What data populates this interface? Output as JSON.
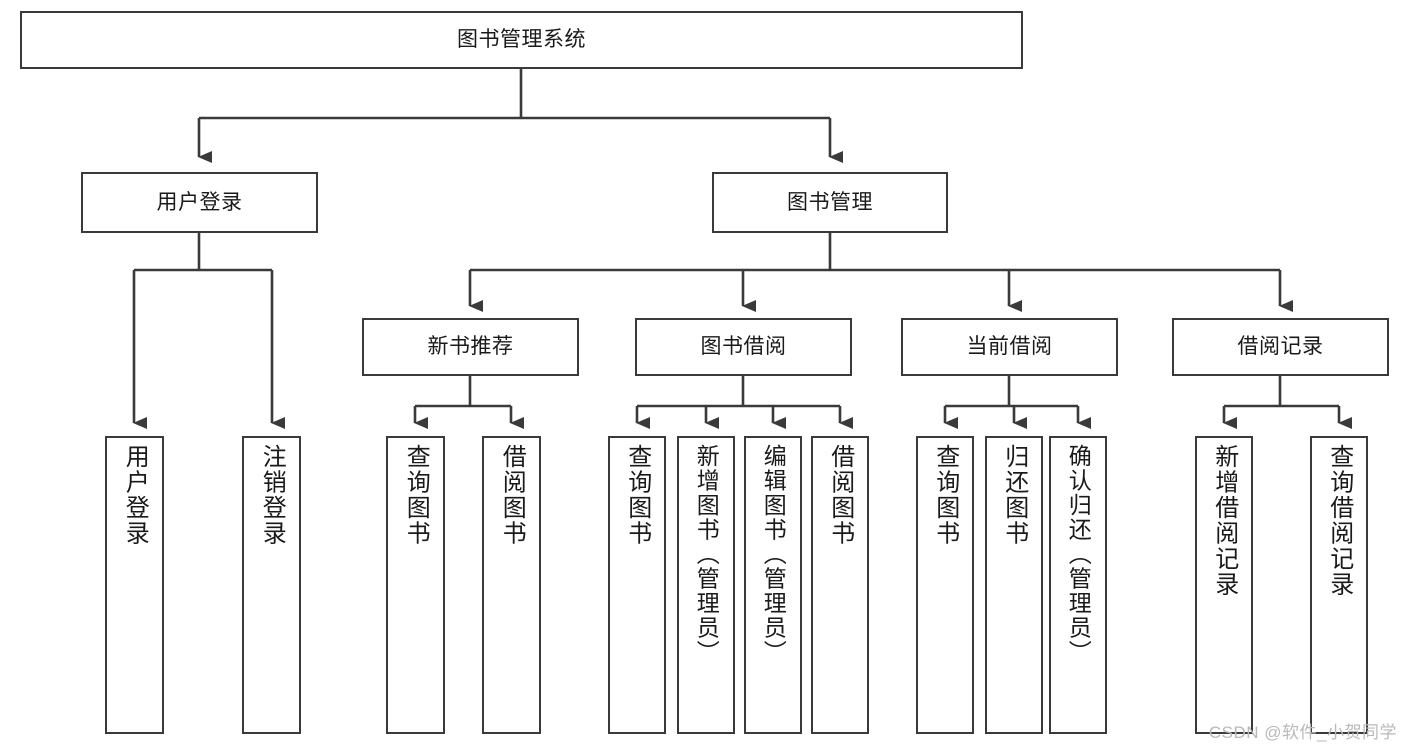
{
  "diagram": {
    "type": "tree-flowchart",
    "title_node": {
      "id": "root",
      "label": "图书管理系统"
    },
    "level2": [
      {
        "id": "user-login",
        "label": "用户登录"
      },
      {
        "id": "book-manage",
        "label": "图书管理"
      }
    ],
    "level3": [
      {
        "id": "new-book-recommend",
        "label": "新书推荐"
      },
      {
        "id": "book-borrow",
        "label": "图书借阅"
      },
      {
        "id": "current-borrow",
        "label": "当前借阅"
      },
      {
        "id": "borrow-record",
        "label": "借阅记录"
      }
    ],
    "leaves": [
      {
        "id": "leaf-user-login",
        "label": "用户登录",
        "parent": "user-login"
      },
      {
        "id": "leaf-logout-login",
        "label": "注销登录",
        "parent": "user-login"
      },
      {
        "id": "leaf-query-book-1",
        "label": "查询图书",
        "parent": "new-book-recommend"
      },
      {
        "id": "leaf-borrow-book-1",
        "label": "借阅图书",
        "parent": "new-book-recommend"
      },
      {
        "id": "leaf-query-book-2",
        "label": "查询图书",
        "parent": "book-borrow"
      },
      {
        "id": "leaf-add-book",
        "label": "新增图书（管理员）",
        "parent": "book-borrow"
      },
      {
        "id": "leaf-edit-book",
        "label": "编辑图书（管理员）",
        "parent": "book-borrow"
      },
      {
        "id": "leaf-borrow-book-2",
        "label": "借阅图书",
        "parent": "book-borrow"
      },
      {
        "id": "leaf-query-book-3",
        "label": "查询图书",
        "parent": "current-borrow"
      },
      {
        "id": "leaf-return-book",
        "label": "归还图书",
        "parent": "current-borrow"
      },
      {
        "id": "leaf-confirm-return",
        "label": "确认归还（管理员）",
        "parent": "current-borrow"
      },
      {
        "id": "leaf-add-record",
        "label": "新增借阅记录",
        "parent": "borrow-record"
      },
      {
        "id": "leaf-query-record",
        "label": "查询借阅记录",
        "parent": "borrow-record"
      }
    ],
    "colors": {
      "stroke": "#3a3a3a",
      "fill": "#ffffff",
      "text": "#1a1a1a",
      "watermark": "#b9b9b9"
    }
  },
  "watermark": {
    "text": "CSDN @软件_小贺同学"
  }
}
